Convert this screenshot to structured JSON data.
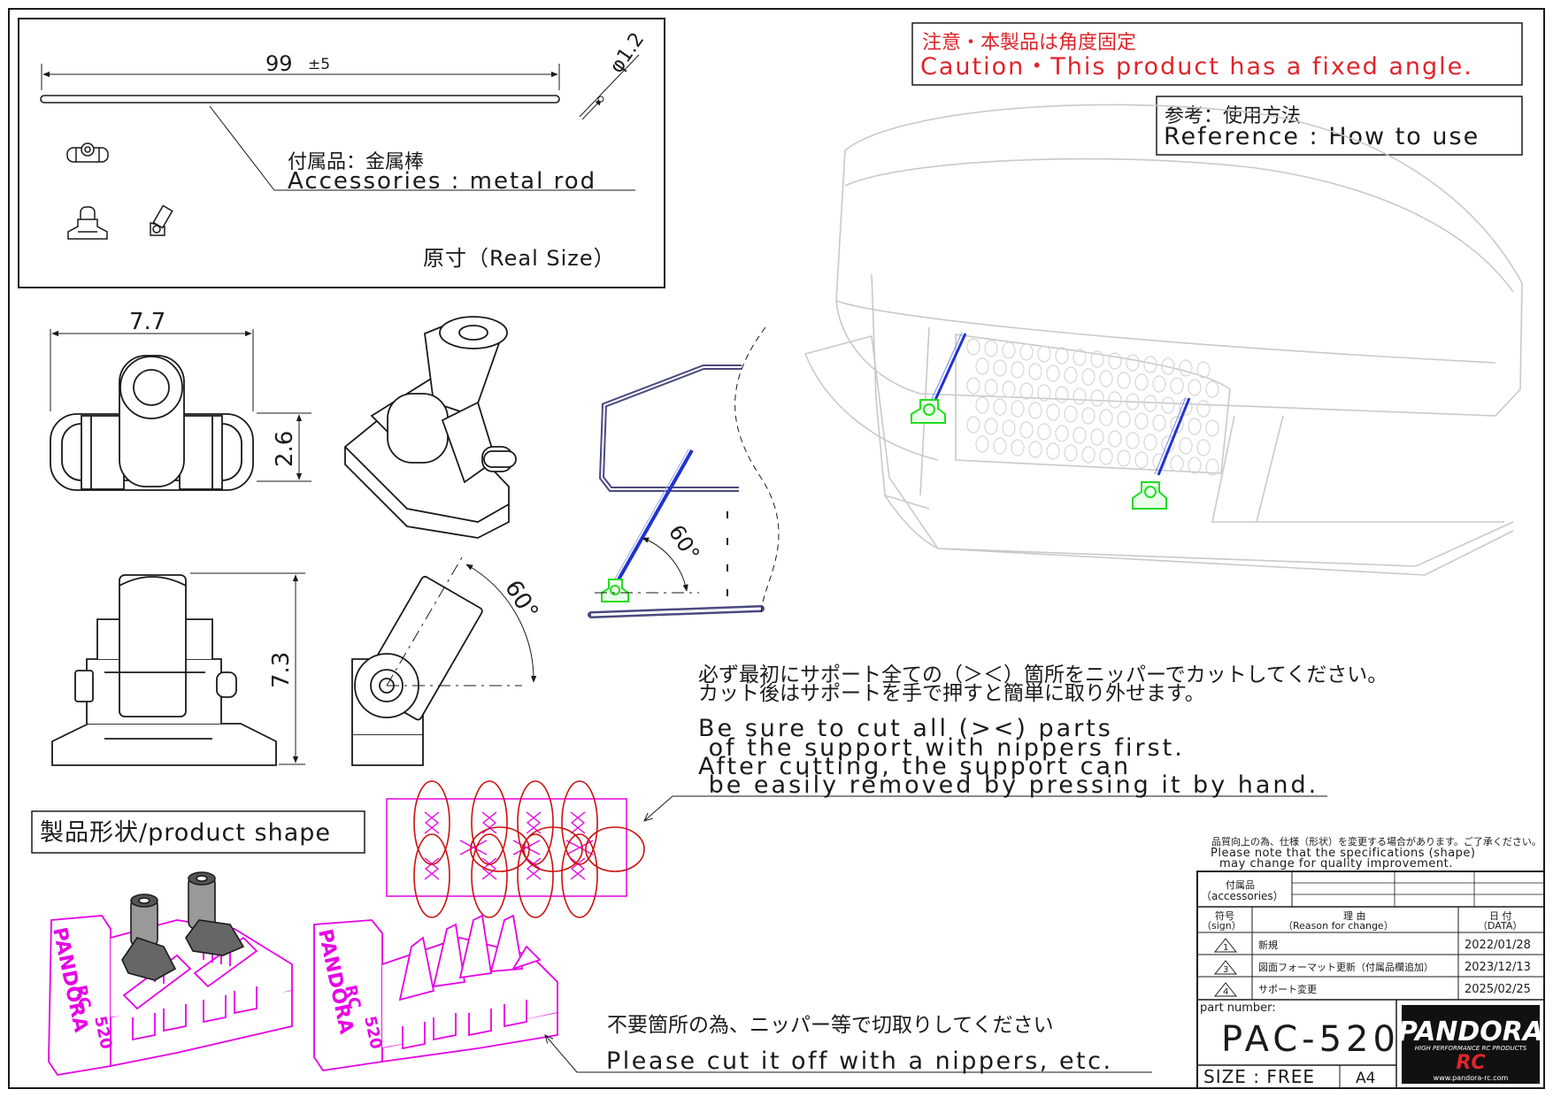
{
  "accessories_box": {
    "length_dim": "99",
    "length_tol": "±5",
    "diameter_dim": "φ1.2",
    "label_jp": "付属品：金属棒",
    "label_en": "Accessories : metal rod",
    "real_size": "原寸（Real Size）"
  },
  "caution": {
    "jp": "注意・本製品は角度固定",
    "en": "Caution・This product has a fixed angle."
  },
  "reference": {
    "jp": "参考：使用方法",
    "en": "Reference : How to use"
  },
  "dimensions": {
    "width": "7.7",
    "depth": "2.6",
    "height": "7.3",
    "angle_main": "60°",
    "angle_usage": "60°"
  },
  "instructions": {
    "jp_line1": "必ず最初にサポート全ての（＞＜）箇所をニッパーでカットしてください。",
    "jp_line2": "カット後はサポートを手で押すと簡単に取り外せます。",
    "en_line1": "Be sure to cut all (><) parts",
    "en_line2": " of the support with nippers first.",
    "en_line3": "After cutting, the support can",
    "en_line4": " be easily removed by pressing it by hand."
  },
  "product_shape_label": "製品形状/product shape",
  "cut_note": {
    "jp": "不要箇所の為、ニッパー等で切取りしてください",
    "en": "Please cut it off with a nippers, etc."
  },
  "support_marks": [
    "PANDORA",
    "RC",
    "520"
  ],
  "specs_note": {
    "jp": "品質向上の為、仕様（形状）を変更する場合があります。ご了承ください。",
    "en1": "Please note that the specifications (shape)",
    "en2": "may change for quality improvement."
  },
  "title_block": {
    "accessories_label_jp": "付属品",
    "accessories_label_en": "（accessories）",
    "sign_header_jp": "符号",
    "sign_header_en": "（sign）",
    "reason_header_jp": "理 由",
    "reason_header_en": "（Reason for change）",
    "date_header_jp": "日 付",
    "date_header_en": "（DATA）",
    "revisions": [
      {
        "sign": "1",
        "reason": "新規",
        "date": "2022/01/28"
      },
      {
        "sign": "3",
        "reason": "図面フォーマット更新（付属品欄追加）",
        "date": "2023/12/13"
      },
      {
        "sign": "4",
        "reason": "サポート変更",
        "date": "2025/02/25"
      }
    ],
    "part_number_label": "part number:",
    "part_number": "PAC-520",
    "size_label": "SIZE : FREE",
    "paper": "A4"
  },
  "logo": {
    "brand": "PANDORA",
    "tagline": "HIGH PERFORMANCE RC PRODUCTS",
    "rc": "RC",
    "url": "www.pandora-rc.com"
  },
  "colors": {
    "line": "#1a1a1a",
    "caution_red": "#e0242b",
    "support_magenta": "#e600e6",
    "cut_mark_red": "#cc1111",
    "part_green": "#22dd22",
    "rod_blue": "#2233cc",
    "usage_purple": "#4a4a80"
  }
}
